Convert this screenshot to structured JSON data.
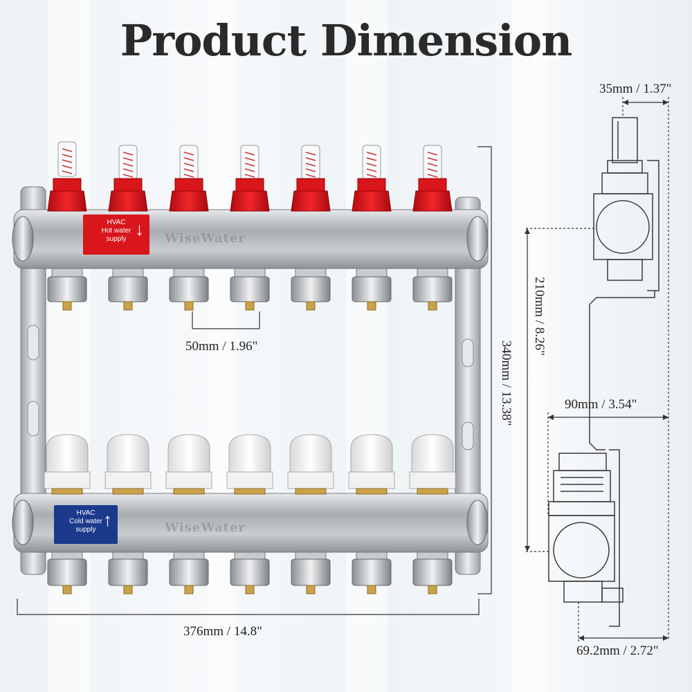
{
  "title": "Product Dimension",
  "brand": "WiseWater",
  "hot_tag": {
    "line1": "HVAC",
    "line2": "Hot water",
    "line3": "supply",
    "arrow": "↓"
  },
  "cold_tag": {
    "line1": "HVAC",
    "line2": "Cold water",
    "line3": "supply",
    "arrow": "↑"
  },
  "dimensions": {
    "outlet_spacing": "50mm / 1.96\"",
    "total_width": "376mm / 14.8\"",
    "total_height": "340mm / 13.38\"",
    "flowmeter_depth": "35mm / 1.37\"",
    "bar_spacing": "210mm / 8.26\"",
    "valve_depth": "90mm / 3.54\"",
    "bracket_depth": "69.2mm / 2.72\""
  },
  "colors": {
    "flowmeter_red": "#d8161b",
    "valve_white": "#f4f4f4",
    "steel": "#b9bec3",
    "hot_tag": "#d8161b",
    "cold_tag": "#1b3a8c"
  },
  "loops": 7
}
